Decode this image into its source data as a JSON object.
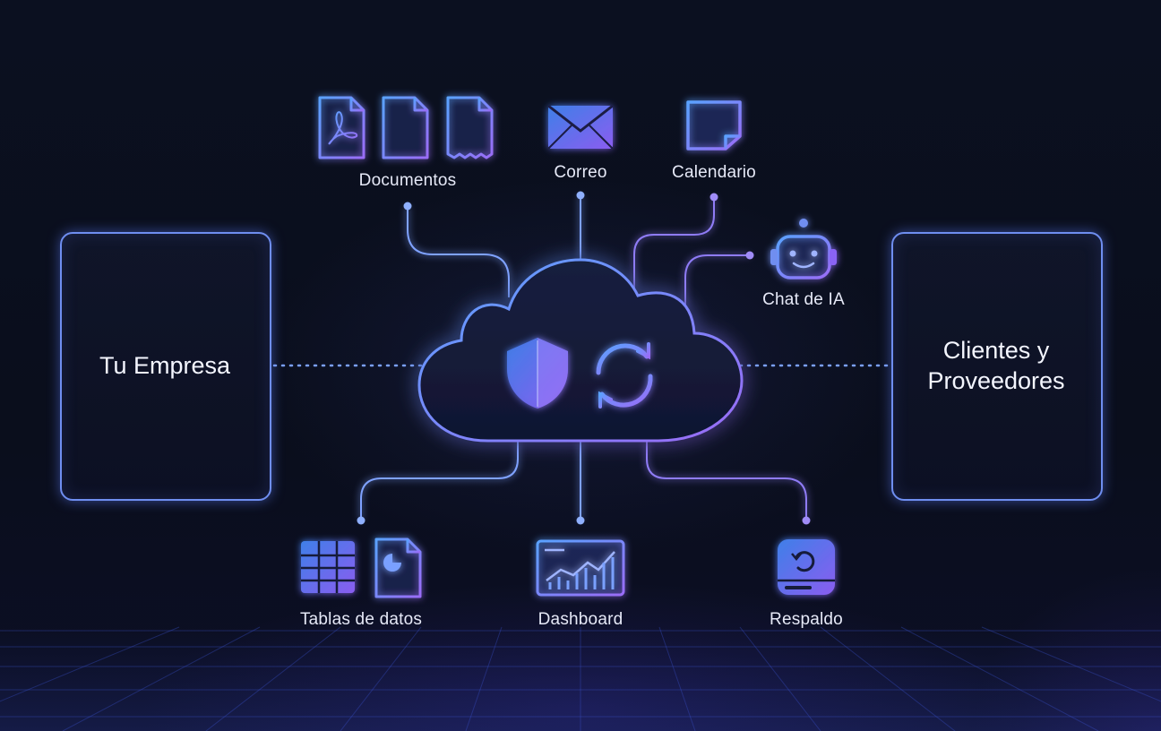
{
  "nodes": {
    "left_panel": {
      "label": "Tu Empresa"
    },
    "right_panel": {
      "line1": "Clientes y",
      "line2": "Proveedores"
    },
    "documentos": {
      "label": "Documentos"
    },
    "correo": {
      "label": "Correo"
    },
    "calendario": {
      "label": "Calendario"
    },
    "chat_ia": {
      "label": "Chat de IA"
    },
    "tablas": {
      "label": "Tablas de datos"
    },
    "dashboard": {
      "label": "Dashboard"
    },
    "respaldo": {
      "label": "Respaldo"
    }
  },
  "center": {
    "icons": [
      "shield-icon",
      "sync-icon"
    ]
  },
  "colors": {
    "background": "#0a0e1c",
    "accent_blue": "#5f8cff",
    "accent_violet": "#8a63f5",
    "line": "#7aa0ff",
    "text": "#e6e9f7"
  }
}
